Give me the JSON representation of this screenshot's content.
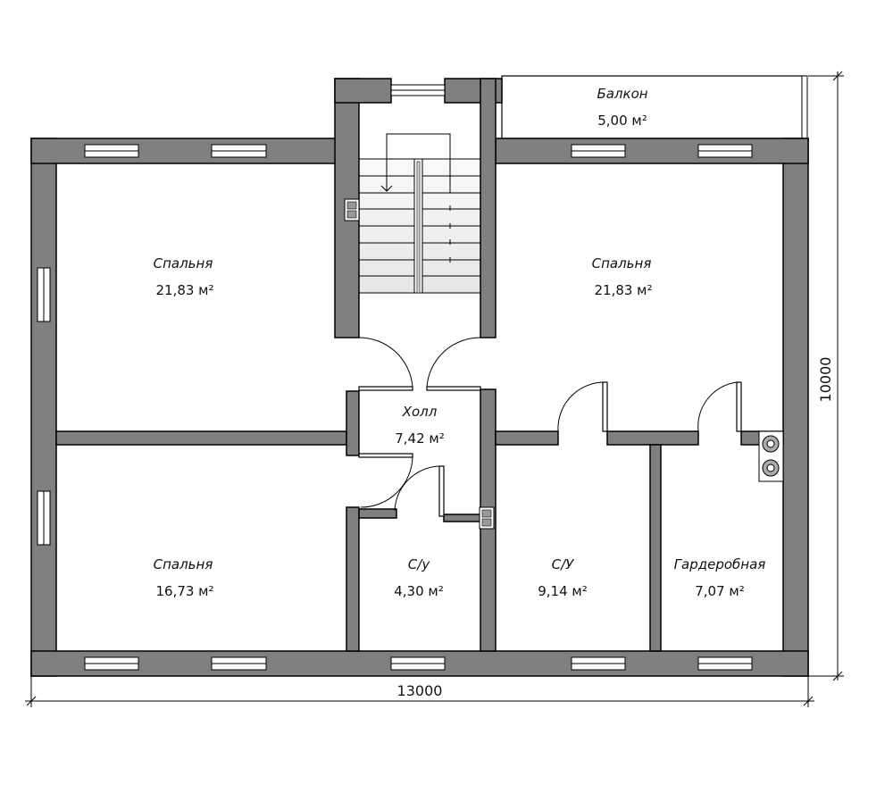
{
  "rooms": [
    {
      "name": "Балкон",
      "area": "5,00 м²"
    },
    {
      "name": "Спальня",
      "area": "21,83 м²"
    },
    {
      "name": "Спальня",
      "area": "21,83 м²"
    },
    {
      "name": "Холл",
      "area": "7,42 м²"
    },
    {
      "name": "Спальня",
      "area": "16,73 м²"
    },
    {
      "name": "С/у",
      "area": "4,30 м²"
    },
    {
      "name": "С/У",
      "area": "9,14 м²"
    },
    {
      "name": "Гардеробная",
      "area": "7,07 м²"
    }
  ],
  "dimensions": {
    "width": "13000",
    "height": "10000"
  },
  "colors": {
    "wall": "#808080"
  }
}
